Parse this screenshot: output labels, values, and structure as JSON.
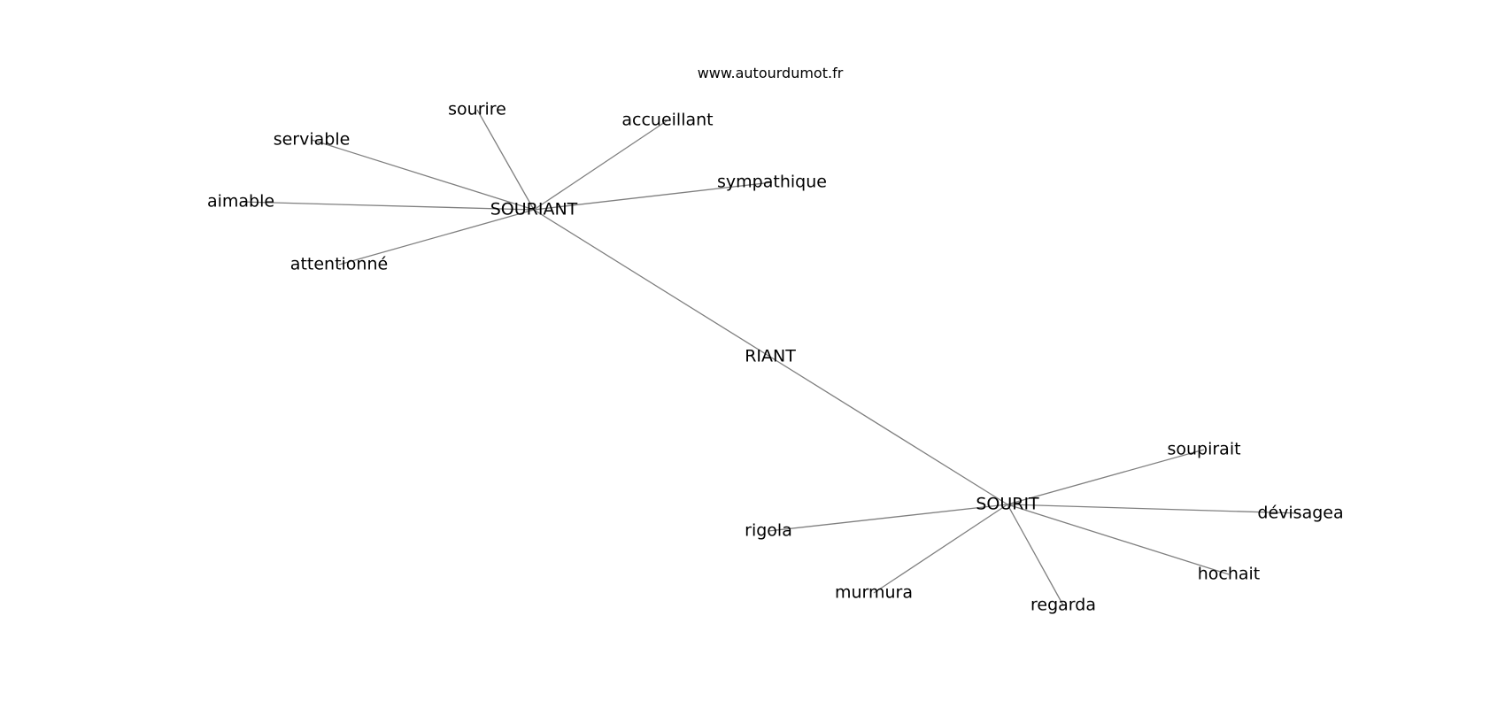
{
  "watermark": "www.autourdumot.fr",
  "graph": {
    "nodes": [
      {
        "id": "riant",
        "label": "RIANT"
      },
      {
        "id": "souriant",
        "label": "SOURIANT"
      },
      {
        "id": "sourit",
        "label": "SOURIT"
      },
      {
        "id": "sourire",
        "label": "sourire"
      },
      {
        "id": "accueillant",
        "label": "accueillant"
      },
      {
        "id": "serviable",
        "label": "serviable"
      },
      {
        "id": "sympathique",
        "label": "sympathique"
      },
      {
        "id": "aimable",
        "label": "aimable"
      },
      {
        "id": "attentionne",
        "label": "attentionné"
      },
      {
        "id": "soupirait",
        "label": "soupirait"
      },
      {
        "id": "devisagea",
        "label": "dévisagea"
      },
      {
        "id": "rigola",
        "label": "rigola"
      },
      {
        "id": "hochait",
        "label": "hochait"
      },
      {
        "id": "murmura",
        "label": "murmura"
      },
      {
        "id": "regarda",
        "label": "regarda"
      }
    ],
    "edges": [
      [
        "souriant",
        "sourit"
      ],
      [
        "souriant",
        "sourire"
      ],
      [
        "souriant",
        "accueillant"
      ],
      [
        "souriant",
        "serviable"
      ],
      [
        "souriant",
        "sympathique"
      ],
      [
        "souriant",
        "aimable"
      ],
      [
        "souriant",
        "attentionne"
      ],
      [
        "sourit",
        "soupirait"
      ],
      [
        "sourit",
        "devisagea"
      ],
      [
        "sourit",
        "rigola"
      ],
      [
        "sourit",
        "hochait"
      ],
      [
        "sourit",
        "murmura"
      ],
      [
        "sourit",
        "regarda"
      ]
    ]
  }
}
